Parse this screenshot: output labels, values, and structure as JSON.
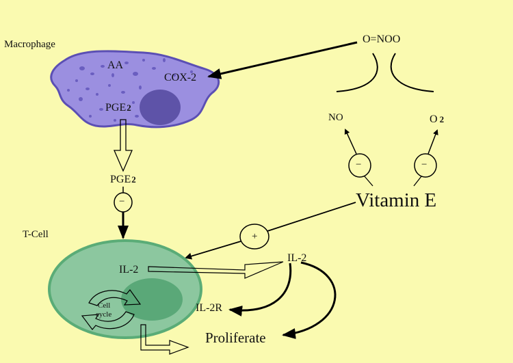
{
  "labels": {
    "macrophage": "Macrophage",
    "aa": "AA",
    "cox2": "COX-2",
    "pge_main": "PGE",
    "pge_sub": "2",
    "peroxynitrite": "O=NOO",
    "no": "NO",
    "o2_main": "O",
    "o2_sub": "2",
    "vitamin_e": "Vitamin E",
    "minus": "−",
    "plus": "+",
    "t_cell": "T-Cell",
    "il2_inside": "IL-2",
    "il2_outside": "IL-2",
    "il2r": "IL-2R",
    "cell_cycle_line1": "Cell",
    "cell_cycle_line2": "cycle",
    "proliferate": "Proliferate"
  },
  "colors": {
    "background": "#fafab0",
    "macrophage_fill": "#9b8fe0",
    "macrophage_stroke": "#5b4fb4",
    "nucleus": "#5e53a8",
    "tcell_fill": "#8cc79f",
    "tcell_stroke": "#5aac77",
    "tcell_nucleus": "#5aa878"
  }
}
